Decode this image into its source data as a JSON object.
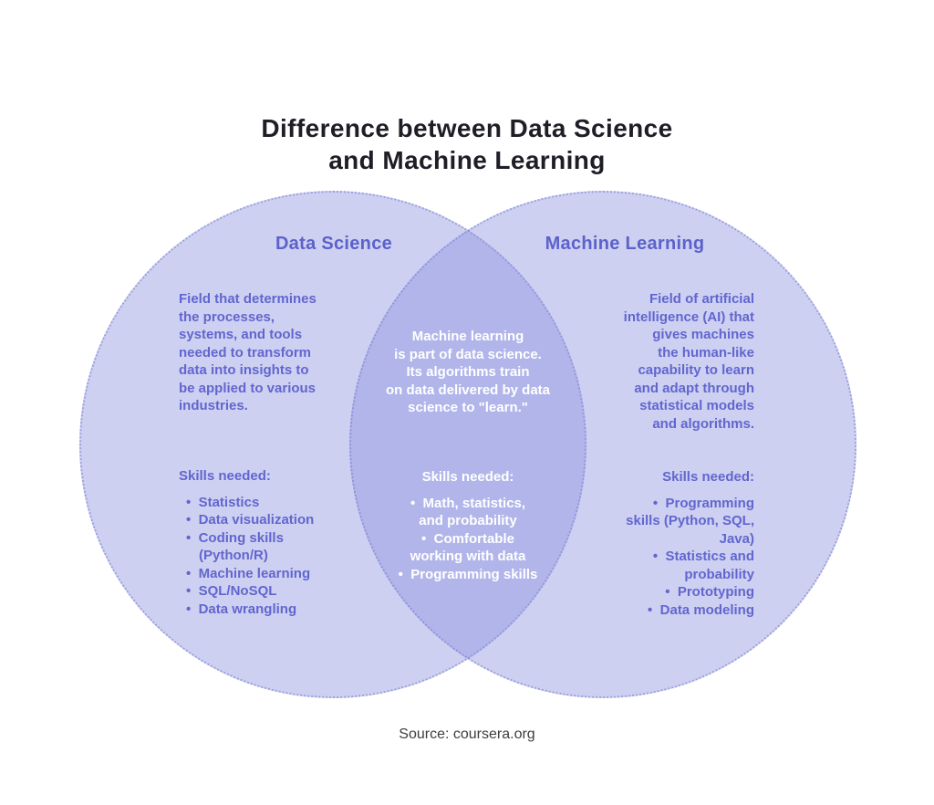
{
  "title": "Difference between Data Science\nand Machine Learning",
  "venn": {
    "left": {
      "heading": "Data Science",
      "description": "Field that determines\nthe processes,\nsystems, and tools\nneeded to transform\ndata into insights to\nbe applied to various\nindustries.",
      "skills_label": "Skills needed:",
      "skills": [
        "Statistics",
        "Data visualization",
        "Coding skills (Python/R)",
        "Machine learning",
        "SQL/NoSQL",
        "Data wrangling"
      ]
    },
    "center": {
      "description": "Machine learning\nis part of data science.\nIts algorithms train\non data delivered by data\nscience to \"learn.\"",
      "skills_label": "Skills needed:",
      "skills": [
        "Math, statistics, and probability",
        "Comfortable working with data",
        "Programming skills"
      ]
    },
    "right": {
      "heading": "Machine Learning",
      "description": "Field of artificial\nintelligence (AI) that\ngives machines\nthe human-like\ncapability to learn\nand adapt through\nstatistical models\nand algorithms.",
      "skills_label": "Skills needed:",
      "skills": [
        "Programming skills (Python, SQL, Java)",
        "Statistics and probability",
        "Prototyping",
        "Data modeling"
      ]
    }
  },
  "source": "Source: coursera.org",
  "colors": {
    "background": "#ffffff",
    "circle_fill": "#ced0f2",
    "circle_overlap": "#b2b5ea",
    "circle_border": "#747acd",
    "heading_text": "#5c62ca",
    "body_text": "#6166cf",
    "center_text": "#ffffff",
    "title_text": "#1e1e27",
    "source_text": "#3e3e42"
  }
}
